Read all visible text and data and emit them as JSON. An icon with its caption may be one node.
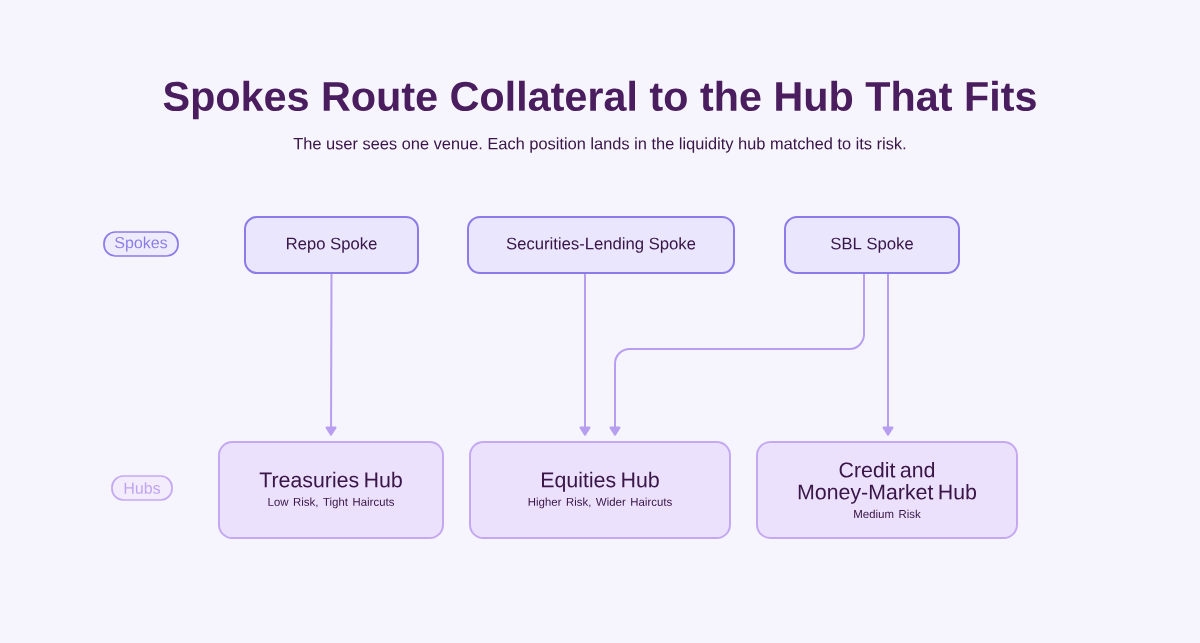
{
  "diagram": {
    "title": "Spokes Route Collateral to the Hub That Fits",
    "nodes": [
      {
        "text": [
          "Spokes"
        ]
      },
      {
        "text": [
          "Repo Spoke"
        ]
      },
      {
        "text": [
          "Securities-Lending Spoke"
        ]
      },
      {
        "text": [
          "SBL Spoke"
        ]
      },
      {
        "text": [
          "Hubs"
        ]
      },
      {
        "text": [
          "Treasuries Hub",
          "Low Risk, Tight Haircuts"
        ]
      },
      {
        "text": [
          "Equities Hub",
          "Higher Risk, Wider Haircuts"
        ]
      },
      {
        "text": [
          "Credit and Money-Market Hub",
          "Medium Risk"
        ]
      }
    ],
    "edges": [
      {
        "from": 1,
        "to": 5,
        "arrow": "to"
      },
      {
        "from": 2,
        "to": 6,
        "arrow": "to"
      },
      {
        "from": 3,
        "to": 6,
        "arrow": "to"
      },
      {
        "from": 3,
        "to": 7,
        "arrow": "to"
      }
    ],
    "labels": [
      "The user sees one venue. Each position lands in the liquidity hub matched to its risk."
    ]
  }
}
